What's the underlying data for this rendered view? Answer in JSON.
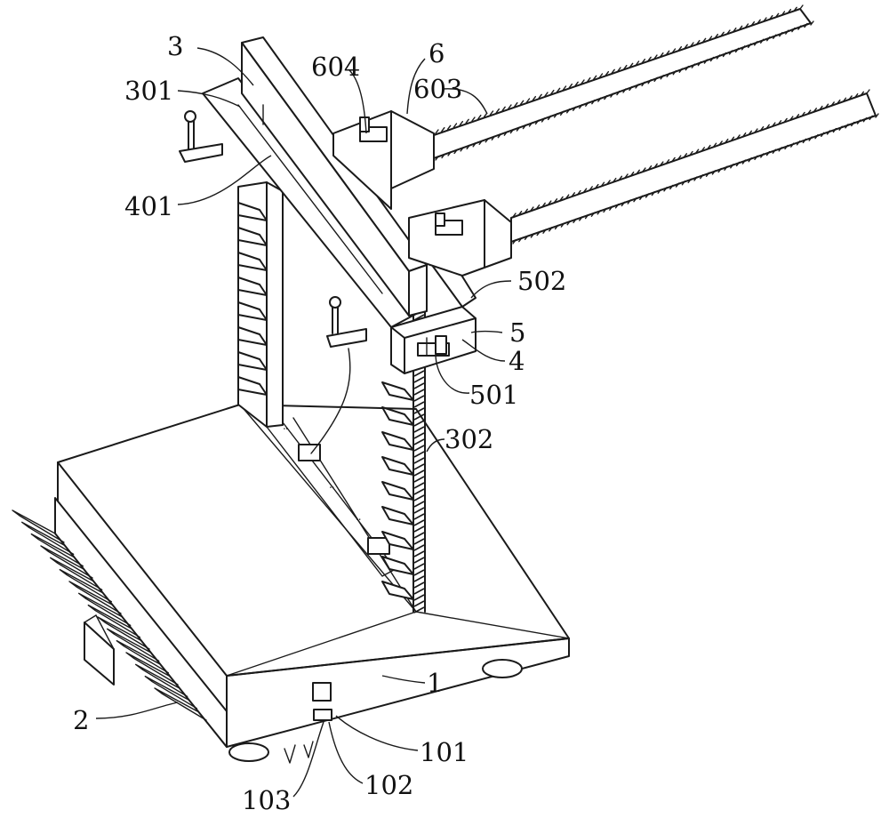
{
  "labels": {
    "l3": "3",
    "l301": "301",
    "l401": "401",
    "l604": "604",
    "l6": "6",
    "l603": "603",
    "l502": "502",
    "l5": "5",
    "l4": "4",
    "l501": "501",
    "l302": "302",
    "l2": "2",
    "l1": "1",
    "l101": "101",
    "l102": "102",
    "l103": "103"
  }
}
